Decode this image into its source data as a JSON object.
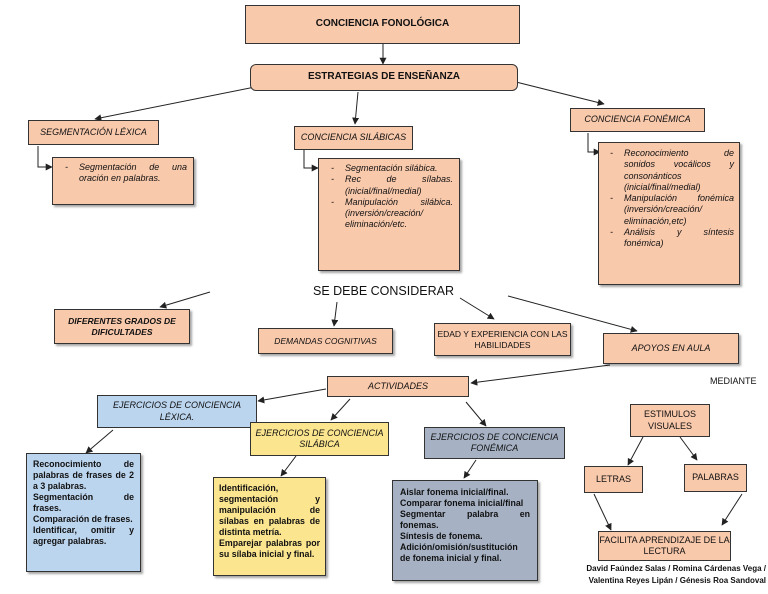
{
  "title": "CONCIENCIA FONOLÓGICA",
  "estrategias": "ESTRATEGIAS DE ENSEÑANZA",
  "segmentacion_lexica": {
    "label": "SEGMENTACIÓN LÉXICA",
    "items": [
      "Segmentación de una oración en palabras."
    ]
  },
  "conciencia_silabicas": {
    "label": "CONCIENCIA SILÁBICAS",
    "items": [
      "Segmentación silábica.",
      "Rec de sílabas. (inicial/final/medial)",
      "Manipulación silábica. (inversión/creación/ eliminación/etc."
    ]
  },
  "conciencia_fonemica": {
    "label": "CONCIENCIA FONÉMICA",
    "items": [
      "Reconocimiento de sonidos vocálicos y consonánticos (inicial/final/medial)",
      "Manipulación fonémica (inversión/creación/ eliminación,etc)",
      "Análisis y síntesis fonémica)"
    ]
  },
  "se_debe_considerar": "SE DEBE CONSIDERAR",
  "considerar": {
    "dificultades": "DIFERENTES GRADOS DE DIFICULTADES",
    "demandas": "DEMANDAS COGNITIVAS",
    "edad": "EDAD Y EXPERIENCIA CON LAS HABILIDADES",
    "apoyos": "APOYOS EN AULA"
  },
  "mediante": "MEDIANTE",
  "actividades": "ACTIVIDADES",
  "ejercicios": {
    "lexica": {
      "label": "EJERCICIOS DE CONCIENCIA LÉXICA.",
      "lines": [
        "Reconocimiento de palabras de frases de 2 a 3 palabras.",
        "Segmentación de frases.",
        "Comparación de frases.",
        "Identificar, omitir y agregar palabras."
      ]
    },
    "silabica": {
      "label": "EJERCICIOS DE CONCIENCIA SILÁBICA",
      "lines": [
        "Identificación, segmentación y manipulación de sílabas en palabras de distinta metría.",
        "Emparejar palabras por su sílaba inicial y final."
      ]
    },
    "fonemica": {
      "label": "EJERCICIOS DE CONCIENCIA FONÉMICA",
      "lines": [
        "Aislar fonema inicial/final.",
        "Comparar fonema inicial/final",
        "Segmentar palabra en fonemas.",
        "Síntesis de fonema.",
        "Adición/omisión/sustitución de fonema inicial y final."
      ]
    }
  },
  "estimulos": "ESTIMULOS VISUALES",
  "letras": "LETRAS",
  "palabras": "PALABRAS",
  "facilita": "FACILITA APRENDIZAJE DE LA LECTURA",
  "autores": [
    "David Faúndez Salas / Romina Cárdenas Vega /",
    "Valentina Reyes Lipán / Génesis Roa Sandoval"
  ]
}
